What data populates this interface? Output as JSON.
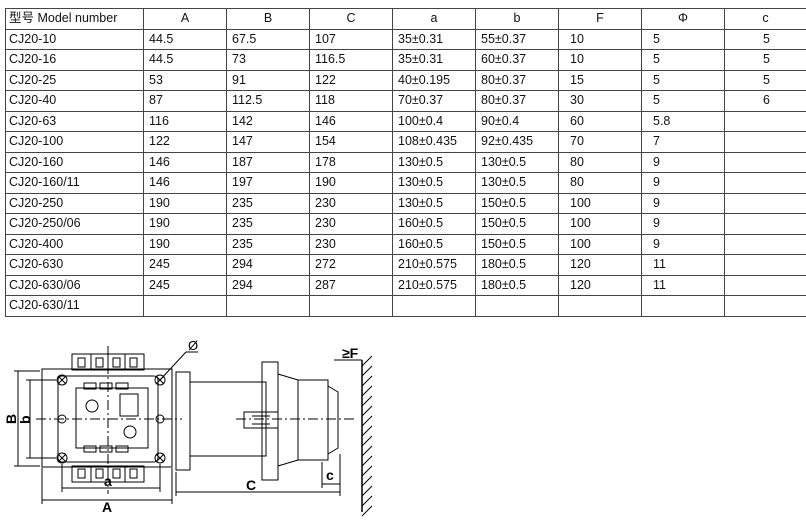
{
  "table": {
    "headers": [
      "型号 Model number",
      "A",
      "B",
      "C",
      "a",
      "b",
      "F",
      "Φ",
      "c"
    ],
    "rows": [
      [
        "CJ20-10",
        "44.5",
        "67.5",
        "107",
        "35±0.31",
        "55±0.37",
        "10",
        "5",
        "5"
      ],
      [
        "CJ20-16",
        "44.5",
        "73",
        "116.5",
        "35±0.31",
        "60±0.37",
        "10",
        "5",
        "5"
      ],
      [
        "CJ20-25",
        "53",
        "91",
        "122",
        "40±0.195",
        "80±0.37",
        "15",
        "5",
        "5"
      ],
      [
        "CJ20-40",
        "87",
        "112.5",
        "118",
        "70±0.37",
        "80±0.37",
        "30",
        "5",
        "6"
      ],
      [
        "CJ20-63",
        "116",
        "142",
        "146",
        "100±0.4",
        "90±0.4",
        "60",
        "5.8",
        ""
      ],
      [
        "CJ20-100",
        "122",
        "147",
        "154",
        "108±0.435",
        "92±0.435",
        "70",
        "7",
        ""
      ],
      [
        "CJ20-160",
        "146",
        "187",
        "178",
        "130±0.5",
        "130±0.5",
        "80",
        "9",
        ""
      ],
      [
        "CJ20-160/11",
        "146",
        "197",
        "190",
        "130±0.5",
        "130±0.5",
        "80",
        "9",
        ""
      ],
      [
        "CJ20-250",
        "190",
        "235",
        "230",
        "130±0.5",
        "150±0.5",
        "100",
        "9",
        ""
      ],
      [
        "CJ20-250/06",
        "190",
        "235",
        "230",
        "160±0.5",
        "150±0.5",
        "100",
        "9",
        ""
      ],
      [
        "CJ20-400",
        "190",
        "235",
        "230",
        "160±0.5",
        "150±0.5",
        "100",
        "9",
        ""
      ],
      [
        "CJ20-630",
        "245",
        "294",
        "272",
        "210±0.575",
        "180±0.5",
        "120",
        "11",
        ""
      ],
      [
        "CJ20-630/06",
        "245",
        "294",
        "287",
        "210±0.575",
        "180±0.5",
        "120",
        "11",
        ""
      ],
      [
        "CJ20-630/11",
        "",
        "",
        "",
        "",
        "",
        "",
        "",
        ""
      ]
    ]
  },
  "drawing": {
    "label_A": "A",
    "label_B": "B",
    "label_C": "C",
    "label_a": "a",
    "label_b": "b",
    "label_c": "c",
    "label_phi": "Ø",
    "label_F": "≥F"
  }
}
